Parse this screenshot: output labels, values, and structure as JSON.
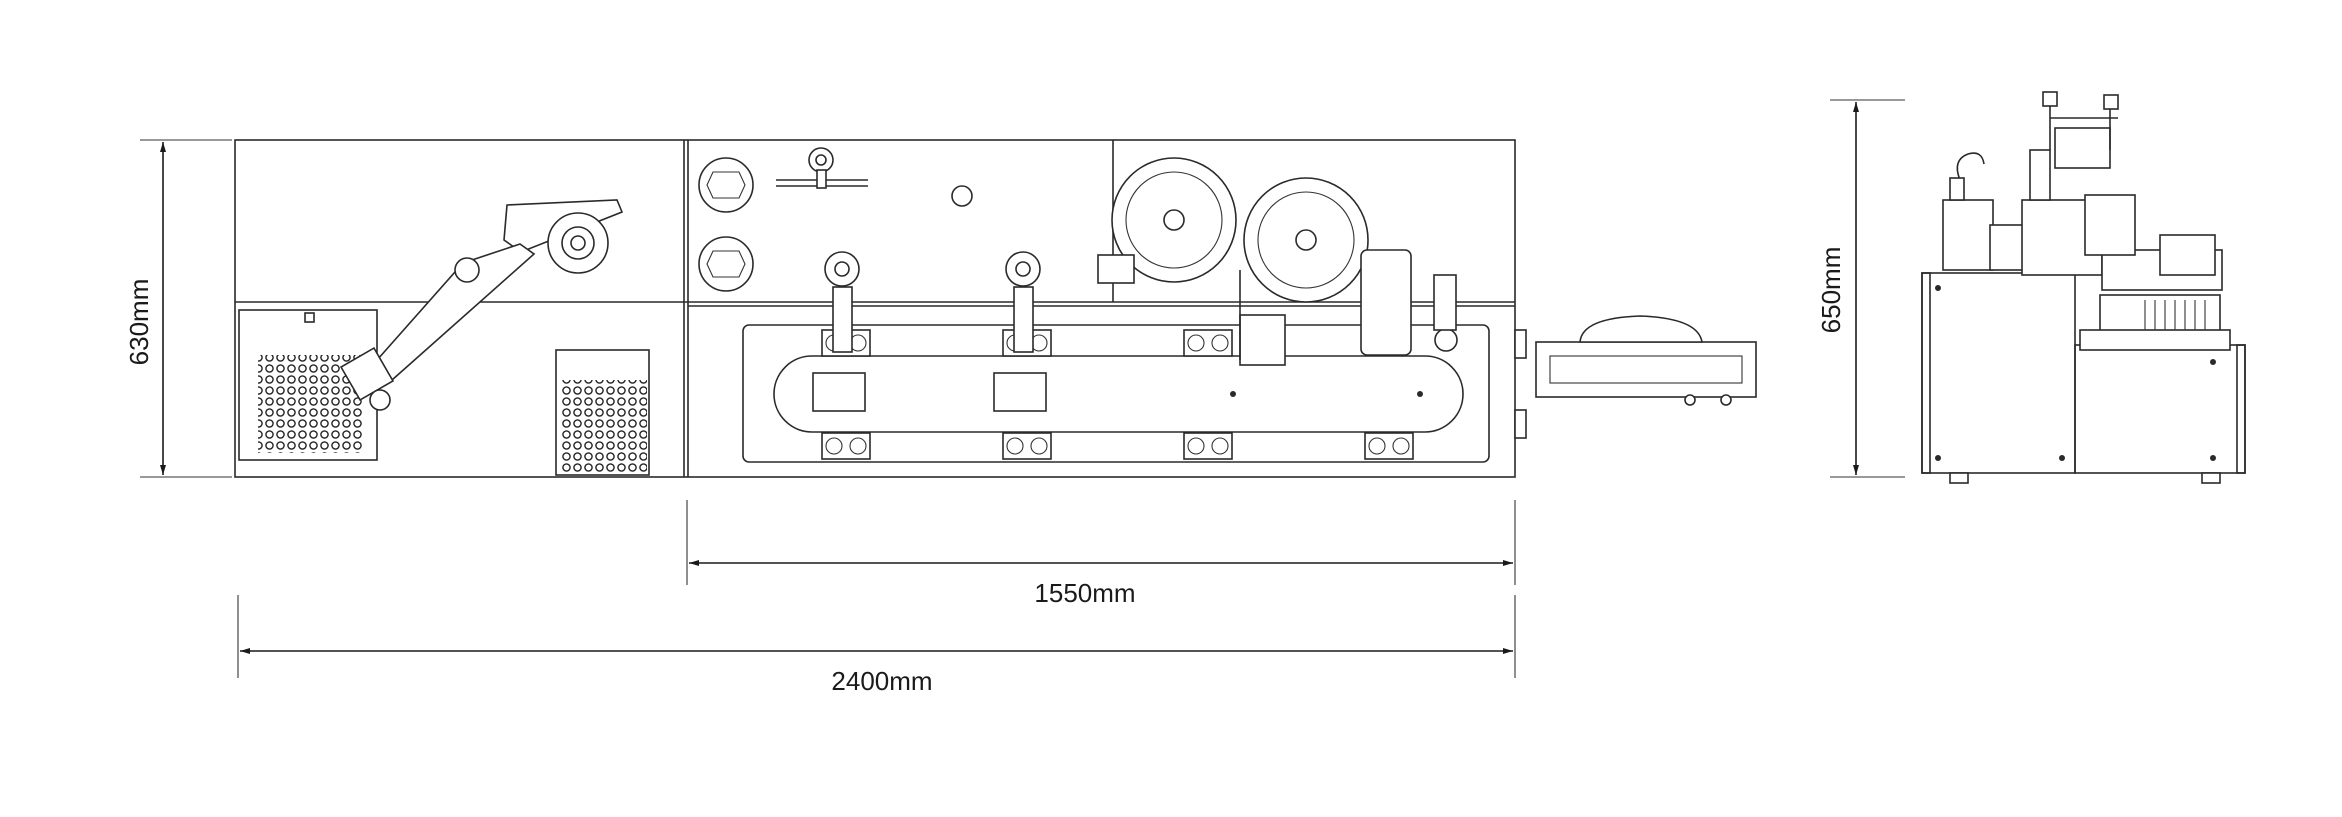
{
  "diagram": {
    "dimensions": {
      "height_left": "630mm",
      "height_right": "650mm",
      "width_inner": "1550mm",
      "width_total": "2400mm"
    }
  }
}
